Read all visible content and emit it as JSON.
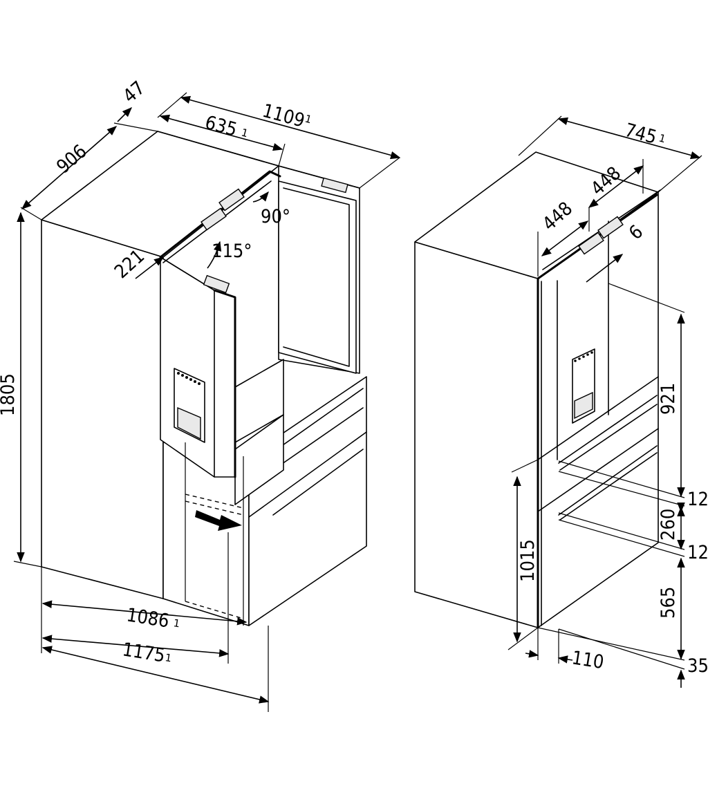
{
  "dimensions": {
    "left": {
      "d906": "906",
      "d47": "47",
      "d1109": "1109",
      "d635": "635",
      "d90deg": "90°",
      "d115deg": "115°",
      "d221": "221",
      "d1805": "1805",
      "d1086": "1086",
      "d1175": "1175"
    },
    "right": {
      "d745": "745",
      "d448a": "448",
      "d448b": "448",
      "d6": "6",
      "d921": "921",
      "d12a": "12",
      "d260": "260",
      "d12b": "12",
      "d1015": "1015",
      "d565": "565",
      "d110": "110",
      "d35": "35"
    },
    "footnote_mark": "1"
  }
}
